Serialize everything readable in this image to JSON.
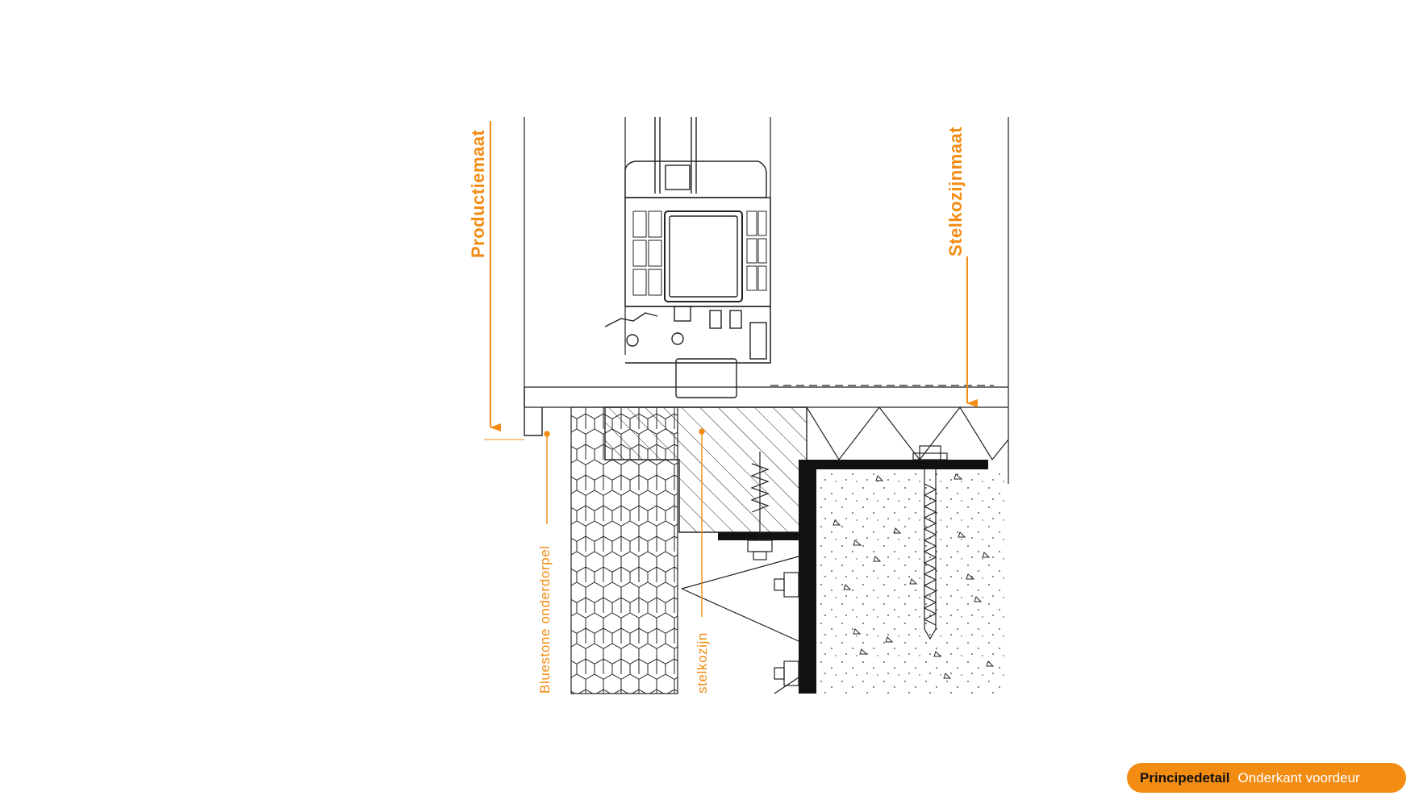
{
  "labels": {
    "productiemaat": "Productiemaat",
    "stelkozijnmaat": "Stelkozijnmaat",
    "bluestone": "Bluestone onderdorpel",
    "stelkozijn": "stelkozijn"
  },
  "badge": {
    "strong": "Principedetail",
    "rest": "Onderkant voordeur"
  },
  "colors": {
    "accent": "#f28c13",
    "line": "#222222"
  }
}
